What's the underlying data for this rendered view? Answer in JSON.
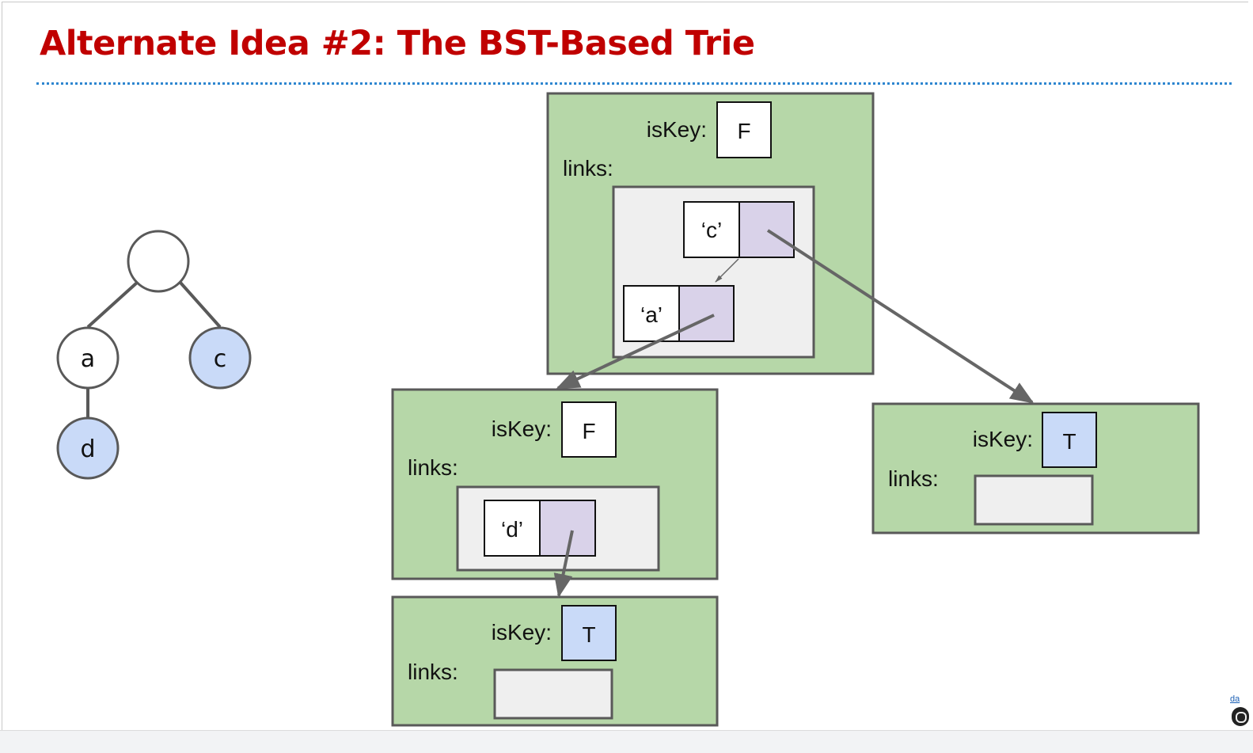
{
  "slide": {
    "title": "Alternate Idea #2: The BST-Based Trie",
    "corner_link_text": "da"
  },
  "colors": {
    "title": "#c00000",
    "rule": "#2e86d0",
    "node_fill": "#b6d7a8",
    "node_border": "#595959",
    "links_box": "#efefef",
    "pointer_cell": "#d9d2e9",
    "key_true_fill": "#c9daf8",
    "tree_key_fill": "#c9daf8",
    "arrow": "#666666"
  },
  "trie_tree": {
    "root": {
      "label": ""
    },
    "a": {
      "label": "a",
      "is_key": false
    },
    "c": {
      "label": "c",
      "is_key": true
    },
    "d": {
      "label": "d",
      "is_key": true
    }
  },
  "nodes": {
    "root": {
      "iskey_label": "isKey:",
      "iskey_value": "F",
      "links_label": "links:",
      "entries": [
        {
          "char": "‘c’"
        },
        {
          "char": "‘a’"
        }
      ]
    },
    "node_a": {
      "iskey_label": "isKey:",
      "iskey_value": "F",
      "links_label": "links:",
      "entries": [
        {
          "char": "‘d’"
        }
      ]
    },
    "node_c": {
      "iskey_label": "isKey:",
      "iskey_value": "T",
      "links_label": "links:",
      "entries": []
    },
    "node_d": {
      "iskey_label": "isKey:",
      "iskey_value": "T",
      "links_label": "links:",
      "entries": []
    }
  }
}
